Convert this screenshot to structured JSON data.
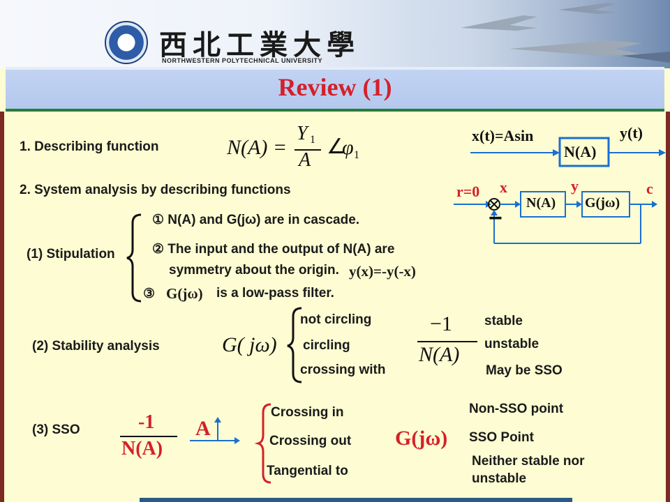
{
  "header": {
    "university_cn": "西北工業大學",
    "university_en": "NORTHWESTERN POLYTECHNICAL UNIVERSITY",
    "title": "Review (1)"
  },
  "section1": {
    "label": "1. Describing function",
    "formula": {
      "lhs": "N(A) =",
      "num": "Y",
      "num_sub": "1",
      "den": "A",
      "angle": "∠",
      "phi": "φ",
      "phi_sub": "1"
    },
    "diagram": {
      "input": "x(t)=Asin",
      "output": "y(t)",
      "block": "N(A)"
    }
  },
  "section2": {
    "label": "2. System analysis by describing functions",
    "loop": {
      "r": "r=0",
      "x": "x",
      "y": "y",
      "c": "c",
      "block1": "N(A)",
      "block2": "G(jω)",
      "minus": "−"
    },
    "stipulation": {
      "label": "(1) Stipulation",
      "item1": "① N(A) and G(jω) are in cascade.",
      "item2_line1": "② The input and the output of N(A) are",
      "item2_line2": "symmetry about the origin.",
      "item2_eq": "y(x)=-y(-x)",
      "item3_mark": "③",
      "item3_g": "G(jω)",
      "item3_text": "is a low-pass filter."
    },
    "stability": {
      "label": "(2) Stability analysis",
      "g": "G( jω)",
      "cases": [
        "not circling",
        "circling",
        "crossing with"
      ],
      "frac_num": "−1",
      "frac_den": "N(A)",
      "results": [
        "stable",
        "unstable",
        "May be SSO"
      ]
    },
    "sso": {
      "label": "(3) SSO",
      "frac_num": "-1",
      "frac_den": "N(A)",
      "axis_label": "A",
      "cases": [
        "Crossing in",
        "Crossing out",
        "Tangential to"
      ],
      "g": "G(jω)",
      "results": [
        "Non-SSO point",
        "SSO Point",
        "Neither stable nor",
        "unstable"
      ]
    }
  }
}
